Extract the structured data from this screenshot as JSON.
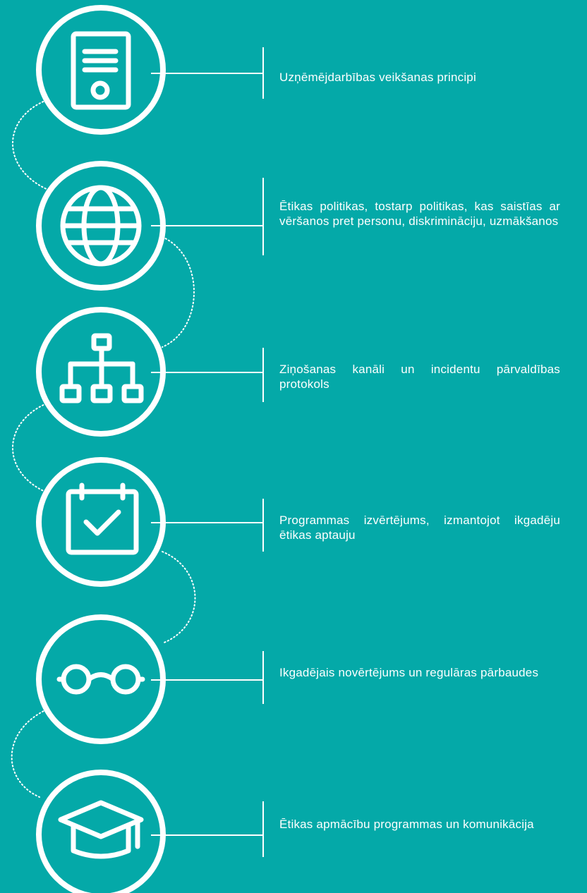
{
  "colors": {
    "background": "#04a9a8",
    "foreground": "#ffffff"
  },
  "steps": [
    {
      "icon": "certificate-document-icon",
      "label": "Uzņēmējdarbības veikšanas principi"
    },
    {
      "icon": "globe-icon",
      "label": "Ētikas politikas, tostarp politikas, kas saistīas ar vēršanos pret personu, diskrimināciju, uzmākšanos"
    },
    {
      "icon": "org-chart-icon",
      "label": "Ziņošanas kanāli un incidentu pārvaldības protokols"
    },
    {
      "icon": "calendar-check-icon",
      "label": "Programmas izvērtējums, izmantojot ikgadēju ētikas aptauju"
    },
    {
      "icon": "glasses-icon",
      "label": "Ikgadējais novērtējums  un regulāras pārbaudes"
    },
    {
      "icon": "graduation-cap-icon",
      "label": "Ētikas apmācību programmas un komunikācija"
    }
  ]
}
